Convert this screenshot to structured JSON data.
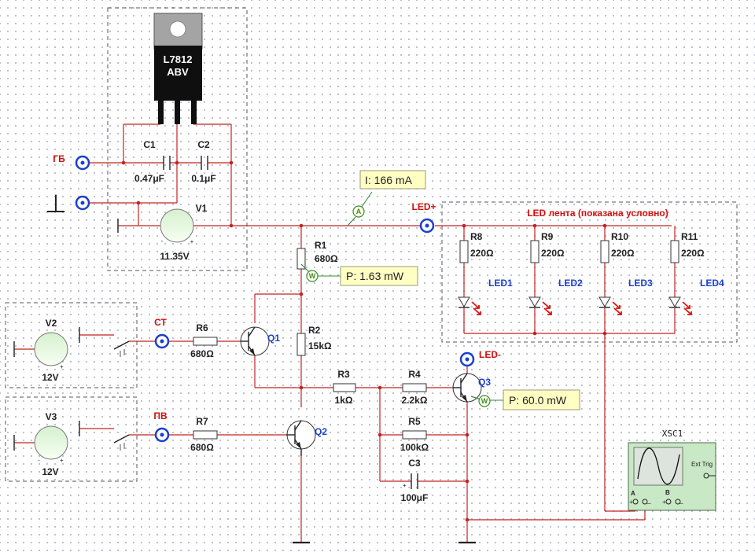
{
  "regulator": {
    "name": "L7812",
    "suffix": "ABV"
  },
  "capacitors": {
    "c1": {
      "ref": "C1",
      "value": "0.47μF"
    },
    "c2": {
      "ref": "C2",
      "value": "0.1μF"
    },
    "c3": {
      "ref": "C3",
      "value": "100μF"
    }
  },
  "sources": {
    "v1": {
      "ref": "V1",
      "value": "11.35V"
    },
    "v2": {
      "ref": "V2",
      "value": "12V"
    },
    "v3": {
      "ref": "V3",
      "value": "12V"
    }
  },
  "resistors": {
    "r1": {
      "ref": "R1",
      "value": "680Ω"
    },
    "r2": {
      "ref": "R2",
      "value": "15kΩ"
    },
    "r3": {
      "ref": "R3",
      "value": "1kΩ"
    },
    "r4": {
      "ref": "R4",
      "value": "2.2kΩ"
    },
    "r5": {
      "ref": "R5",
      "value": "100kΩ"
    },
    "r6": {
      "ref": "R6",
      "value": "680Ω"
    },
    "r7": {
      "ref": "R7",
      "value": "680Ω"
    },
    "r8": {
      "ref": "R8",
      "value": "220Ω"
    },
    "r9": {
      "ref": "R9",
      "value": "220Ω"
    },
    "r10": {
      "ref": "R10",
      "value": "220Ω"
    },
    "r11": {
      "ref": "R11",
      "value": "220Ω"
    }
  },
  "transistors": {
    "q1": "Q1",
    "q2": "Q2",
    "q3": "Q3"
  },
  "leds": [
    "LED1",
    "LED2",
    "LED3",
    "LED4"
  ],
  "ports": {
    "gb": "ГБ",
    "ground_symbol": "⊥",
    "ct": "СТ",
    "pv": "ПВ",
    "led_plus": "LED+",
    "led_minus": "LED-"
  },
  "strip_label": "LED лента (показана условно)",
  "probes": {
    "current": "I: 166 mA",
    "power_r1": "P: 1.63 mW",
    "power_q3": "P: 60.0 mW",
    "ammeter_glyph": "A",
    "wattmeter_glyph": "W"
  },
  "oscilloscope": {
    "ref": "XSC1",
    "ext_trig": "Ext Trig",
    "channel_a": "A",
    "channel_b": "B",
    "plus": "+",
    "minus": "_"
  },
  "colors": {
    "wire": "#c42222",
    "port_ring": "#1a3fd0",
    "port_label": "#d01010",
    "probe_fill": "#ffffc4",
    "meter": "#3a8a3a",
    "scope_body": "#c9e8c5"
  }
}
